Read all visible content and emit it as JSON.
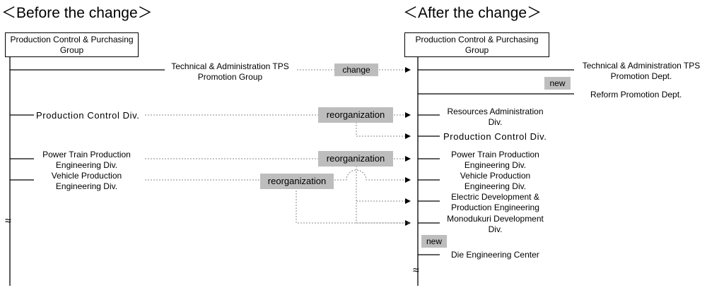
{
  "headings": {
    "before": "＜Before the change＞",
    "after": "＜After the change＞"
  },
  "before": {
    "group_box": "Production Control & Purchasing Group",
    "units": {
      "tech_admin_tps": "Technical & Administration TPS Promotion Group",
      "production_control": "Production Control Div.",
      "power_train": "Power Train Production Engineering Div.",
      "vehicle": "Vehicle Production Engineering Div."
    }
  },
  "after": {
    "group_box": "Production Control & Purchasing Group",
    "units": {
      "tech_admin_tps": "Technical & Administration TPS Promotion Dept.",
      "reform": "Reform Promotion Dept.",
      "resources_admin": "Resources Administration Div.",
      "production_control": "Production Control Div.",
      "power_train": "Power Train Production Engineering Div.",
      "vehicle": "Vehicle Production Engineering Div.",
      "electric": "Electric Development & Production Engineering",
      "monodukuri": "Monodukuri Development Div.",
      "die": "Die Engineering Center"
    }
  },
  "tags": {
    "change": "change",
    "new_1": "new",
    "reorg_1": "reorganization",
    "reorg_2": "reorganization",
    "reorg_3": "reorganization",
    "new_2": "new"
  },
  "colors": {
    "tag_fill": "#bdbdbd",
    "line": "#000000",
    "dotted": "#888888"
  }
}
